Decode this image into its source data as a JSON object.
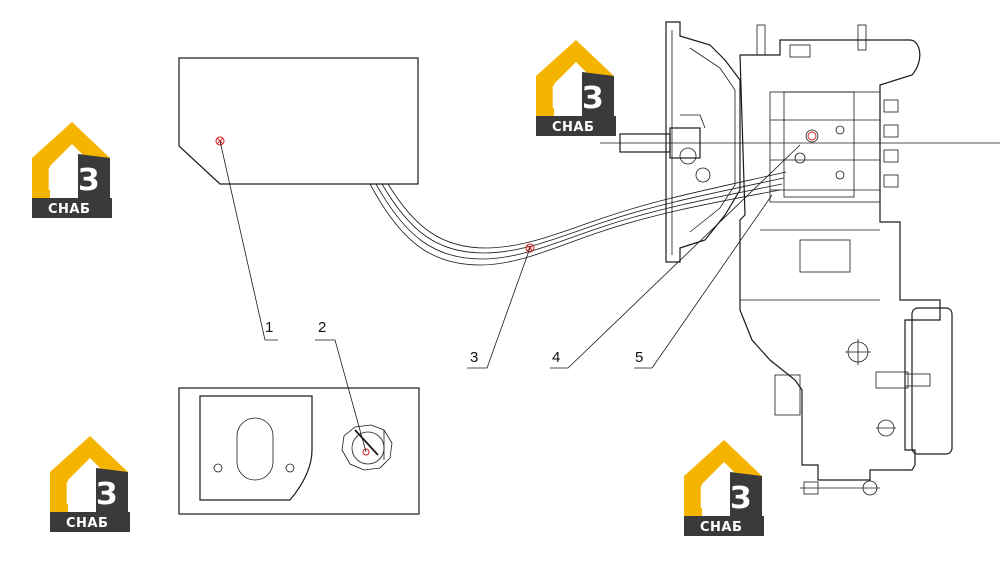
{
  "callouts": [
    {
      "id": "1",
      "label": "1"
    },
    {
      "id": "2",
      "label": "2"
    },
    {
      "id": "3",
      "label": "3"
    },
    {
      "id": "4",
      "label": "4"
    },
    {
      "id": "5",
      "label": "5"
    }
  ],
  "logo": {
    "mark_left": "Н",
    "mark_right": "З",
    "caption": "СНАБ",
    "colors": {
      "yellow": "#f5b400",
      "dark": "#3a3a3a",
      "text": "#ffffff"
    }
  },
  "colors": {
    "line": "#1a1a1a",
    "marker": "#d02020"
  }
}
